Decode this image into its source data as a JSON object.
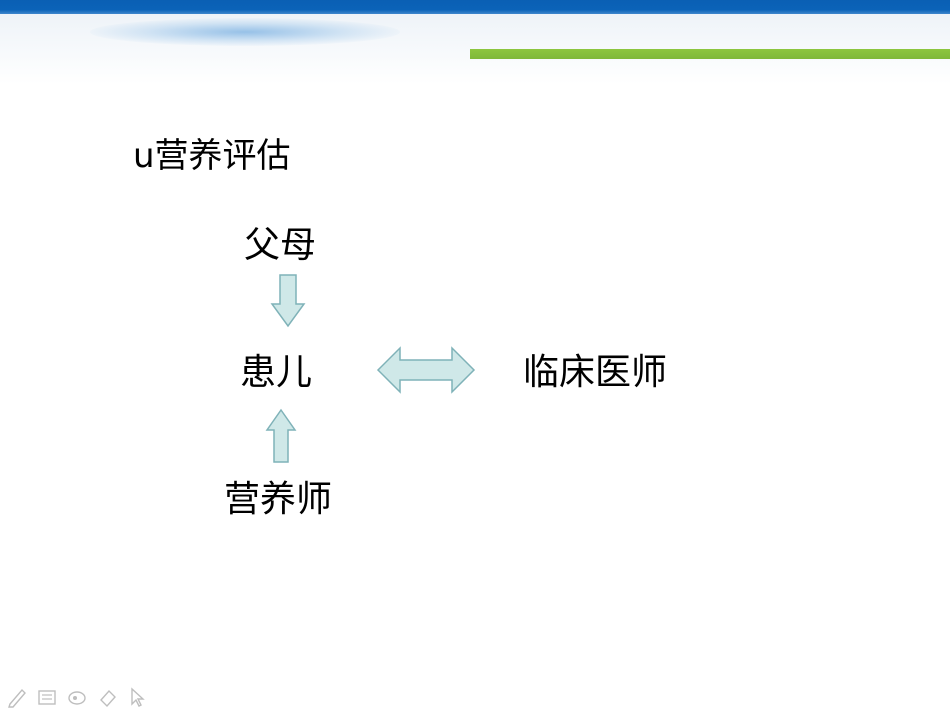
{
  "slide": {
    "title": "u营养评估",
    "nodes": {
      "parents": "父母",
      "patient": "患儿",
      "doctor": "临床医师",
      "dietitian": "营养师"
    }
  },
  "colors": {
    "top_bar": "#0b63b8",
    "accent_green": "#8dc63f",
    "arrow_fill": "#cfe8e8",
    "arrow_stroke": "#7fb2b8"
  },
  "toolbar": {
    "icons": [
      "pen-icon",
      "slides-icon",
      "highlighter-icon",
      "eraser-icon",
      "pointer-icon"
    ]
  }
}
